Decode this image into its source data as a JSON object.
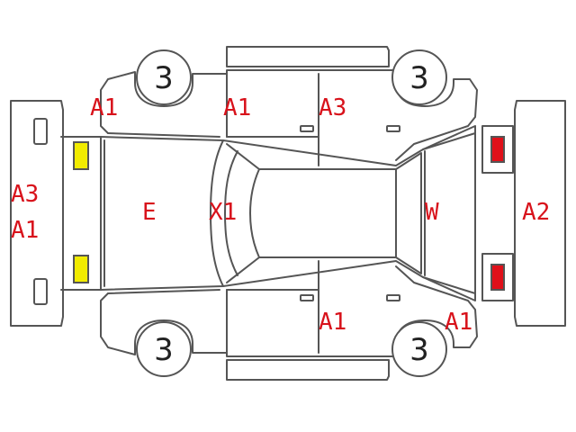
{
  "diagram": {
    "wheels": {
      "front_left": "3",
      "rear_left": "3",
      "front_right": "3",
      "rear_right": "3"
    },
    "codes": {
      "front_left_fender": "A1",
      "front_left_door": "A1",
      "rear_left_door": "A3",
      "front_bumper_line1": "A3",
      "front_bumper_line2": "A1",
      "hood": "E",
      "windshield": "X1",
      "rear_glass": "W",
      "rear_bumper": "A2",
      "rear_right_door": "A1",
      "rear_right_quarter": "A1"
    },
    "colors": {
      "code_text": "#d8121b",
      "headlight": "#f2ec00",
      "taillight": "#e0101a",
      "outline": "#555555"
    }
  }
}
